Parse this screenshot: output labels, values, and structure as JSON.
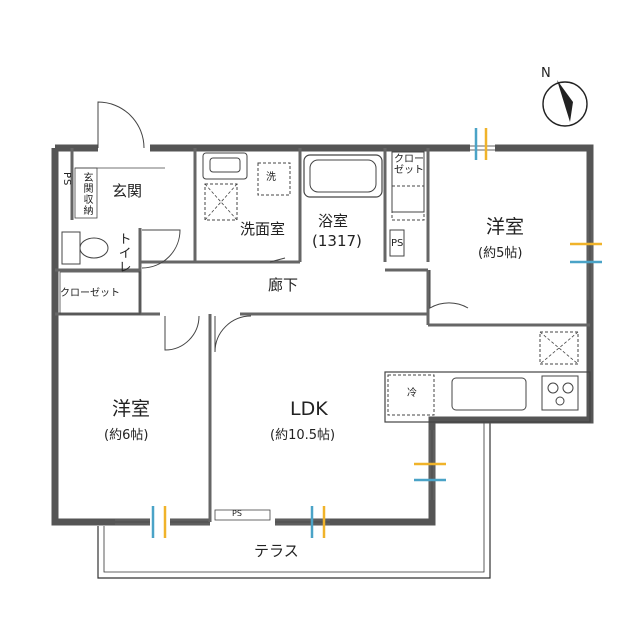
{
  "north": {
    "label": "N"
  },
  "rooms": {
    "genkan": "玄関",
    "genkan_storage": "玄関収納",
    "ps_top": "PS",
    "toilet": "トイレ",
    "closet_left": "クローゼット",
    "washroom": "洗面室",
    "wash_mark": "洗",
    "bathroom": "浴室",
    "bath_size": "(1317)",
    "closet_small": "クローゼット",
    "ps_mid": "PS",
    "western_right": "洋室",
    "western_right_size": "(約5帖)",
    "corridor": "廊下",
    "western_left": "洋室",
    "western_left_size": "(約6帖)",
    "ldk": "LDK",
    "ldk_size": "(約10.5帖)",
    "fridge": "冷",
    "ps_bottom": "PS",
    "terrace": "テラス"
  }
}
